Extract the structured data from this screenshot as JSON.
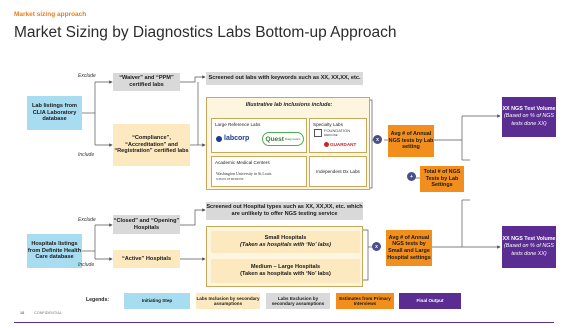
{
  "header": {
    "subtitle": "Market sizing approach",
    "title": "Market Sizing by Diagnostics Labs Bottom-up Approach"
  },
  "top": {
    "source": "Lab listings from CLIA Laboratory database",
    "exclude_label": "Exclude",
    "include_label": "Include",
    "exclude_box": "“Waiver” and “PPM” certified labs",
    "include_box": "“Compliance”, “Accreditation” and “Registration” certified labs",
    "screen_box": "Screened out labs with keywords such as XX, XX,XX, etc.",
    "panel_title": "Illustrative lab inclusions include:",
    "large_ref": "Large Reference Labs",
    "specialty": "Specialty Labs",
    "academic": "Academic Medical Centers",
    "independent": "Independent Dx Labs",
    "logo_labcorp": "labcorp",
    "logo_quest": "Quest",
    "logo_quest_sub": "Diagnostics",
    "logo_foundation": "FOUNDATION",
    "logo_foundation_sub": "MEDICINE",
    "logo_guardant": "GUARDANT",
    "logo_washu": "Washington University in St.Louis",
    "logo_washu_sub": "SCHOOL OF MEDICINE",
    "avg_box": "Avg # of Annual NGS tests by Lab setting",
    "output": "XX NGS Test Volume",
    "output_sub": "(Based on % of NGS tests done XX)"
  },
  "bottom": {
    "source": "Hospitals listings from Definite Health Care database",
    "exclude_label": "Exclude",
    "include_label": "Include",
    "exclude_box": "“Closed” and “Opening” Hospitals",
    "include_box": "“Active” Hospitals",
    "screen_box": "Screened out Hospital types such as XX, XX,XX, etc. which are unlikely to offer NGS testing service",
    "small_title": "Small Hospitals",
    "small_sub": "(Taken as hospitals with ‘No’ labs)",
    "large_title": "Medium – Large Hospitals",
    "large_sub": "(Taken as hospitals with ‘No’ labs)",
    "avg_box": "Avg # of Annual NGS tests by Small and Large Hospital settings",
    "output": "XX NGS Test Volume",
    "output_sub": "(Based on % of NGS tests done XX)"
  },
  "total_box": "Total # of NGS Tests by Lab Settings",
  "op_times": "x",
  "op_plus": "+",
  "legend": {
    "label": "Legends:",
    "items": [
      "Initiating Step",
      "Labs Inclusion by secondary assumptions",
      "Labs Exclusion by secondary assumptions",
      "Estimates from Primary Interviews",
      "Final Output"
    ]
  },
  "footer": {
    "page": "18",
    "confidential": "CONFIDENTIAL"
  },
  "colors": {
    "blue": "#a8dcf0",
    "cream": "#fde9c0",
    "grey": "#d9d9d9",
    "orange": "#f28e1c",
    "purple": "#5b2c91",
    "accent": "#e67e22"
  }
}
